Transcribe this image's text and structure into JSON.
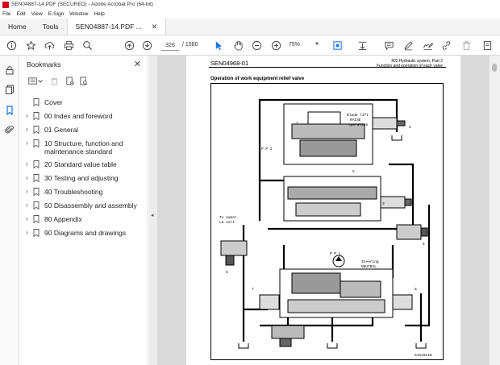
{
  "window": {
    "title": "SEN04887-14.PDF (SECURED) - Adobe Acrobat Pro (64-bit)"
  },
  "menu": [
    "File",
    "Edit",
    "View",
    "E-Sign",
    "Window",
    "Help"
  ],
  "tabs": {
    "home": "Home",
    "tools": "Tools",
    "document": "SEN04887-14.PDF ..."
  },
  "toolbar": {
    "page_current": "326",
    "page_total": "/ 1580",
    "zoom": "75%"
  },
  "bookmarks": {
    "title": "Bookmarks",
    "items": [
      {
        "label": "Cover",
        "expandable": false
      },
      {
        "label": "00 Index and foreword",
        "expandable": true
      },
      {
        "label": "01 General",
        "expandable": true
      },
      {
        "label": "10 Structure, function and maintenance standard",
        "expandable": true
      },
      {
        "label": "20 Standard value table",
        "expandable": true
      },
      {
        "label": "30 Testing and adjusting",
        "expandable": true
      },
      {
        "label": "40 Troubleshooting",
        "expandable": true
      },
      {
        "label": "50 Disassembly and assembly",
        "expandable": true
      },
      {
        "label": "80 Appendix",
        "expandable": true
      },
      {
        "label": "90 Diagrams and drawings",
        "expandable": true
      }
    ]
  },
  "document": {
    "code": "SEN04968-01",
    "header_right_1": "402 Hydraulic system, Part 2",
    "header_right_2": "Function and operation of each valve",
    "section_heading": "Operation of work equipment relief valve",
    "labels": {
      "blade_lift_1": "Blade lift",
      "blade_lift_2": "RAISE",
      "blade_lift_3": "operation",
      "pp2": "P P 2",
      "pp1": "P P 1",
      "to_num_1": "To numer",
      "to_num_2": "LS vort",
      "steering_1": "Steering",
      "steering_2": "NEUTRAL",
      "n1": "1",
      "n2": "2",
      "n3": "3",
      "n4": "4",
      "n5": "5",
      "n6": "6",
      "n7": "7",
      "n8": "8",
      "fig_code": "9JS10110"
    }
  },
  "colors": {
    "accent": "#1a73e8",
    "panel": "#f4f4f4",
    "canvas": "#dadada"
  }
}
